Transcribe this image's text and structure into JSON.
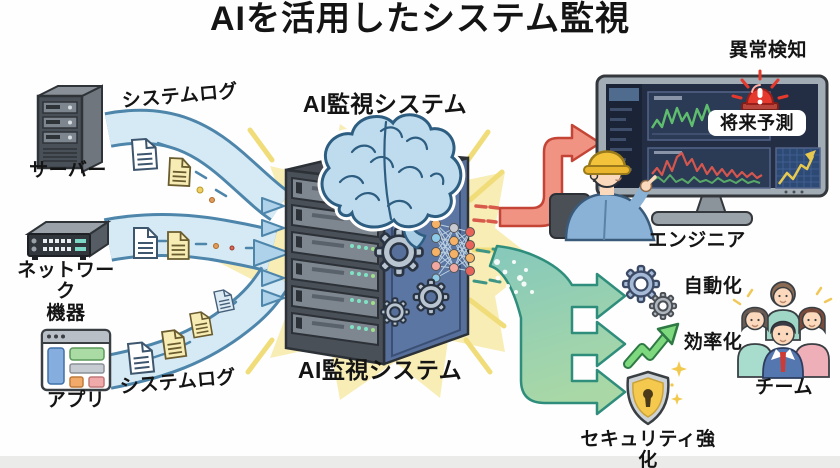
{
  "title": "AIを活用したシステム監視",
  "left_sources": {
    "server_label": "サーバー",
    "network_label": "ネットワーク\n機器",
    "app_label": "アプリ",
    "log_label_top": "システムログ",
    "log_label_bottom": "システムログ"
  },
  "ai_system": {
    "label_top": "AI監視システム",
    "label_bottom": "AI監視システム"
  },
  "outputs": {
    "anomaly_label": "異常検知",
    "forecast_label": "将来予測",
    "engineer_label": "エンジニア",
    "automation_label": "自動化",
    "efficiency_label": "効率化",
    "security_label": "セキュリティ強化",
    "team_label": "チーム"
  },
  "icons": {
    "server": "server-tower-icon",
    "network": "network-device-icon",
    "app": "app-window-icon",
    "documents": "log-document-icon",
    "brain": "ai-brain-icon",
    "gears": "gears-icon",
    "neural_network": "neural-network-icon",
    "alarm": "alarm-siren-icon",
    "dashboard": "dashboard-monitor-icon",
    "engineer": "engineer-person-icon",
    "growth": "growth-arrow-icon",
    "shield": "security-shield-icon",
    "team": "team-people-icon"
  },
  "colors": {
    "stream_fill": "#d6eaf5",
    "stream_outline": "#4e86ab",
    "alert_arrow": "#f19383",
    "alert_outline": "#c44536",
    "output_flow_start": "#85c8bc",
    "output_flow_end": "#a9d8a6",
    "glow": "#f8edb4",
    "panel_blue": "#57709b",
    "brain_fill": "#bfdcee",
    "shield_yellow": "#f4c94e",
    "chart_green": "#5fbe6e",
    "chart_red": "#d4564e",
    "chart_yellow": "#e7c94f",
    "alarm_red": "#e5392e"
  }
}
